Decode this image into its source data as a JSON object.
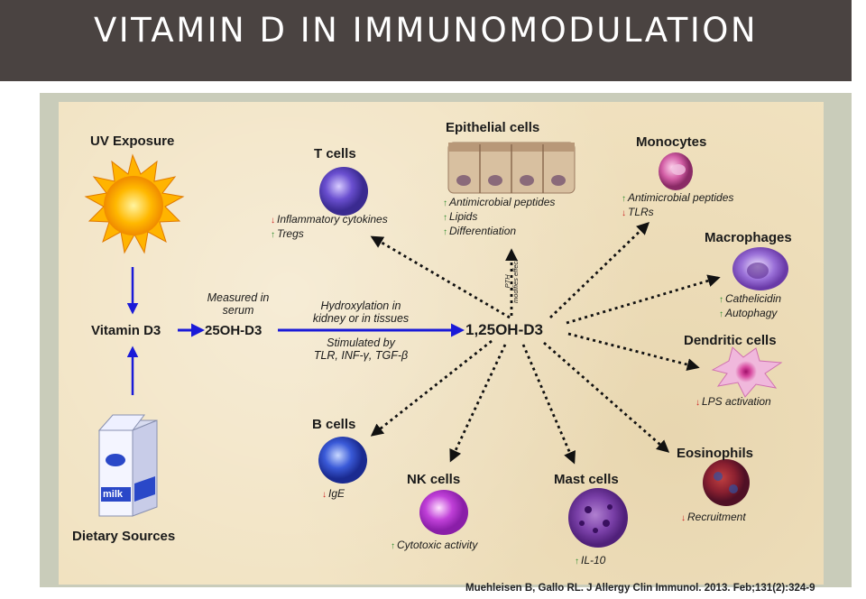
{
  "header": {
    "title": "VITAMIN D IN IMMUNOMODULATION"
  },
  "sources": {
    "uv": "UV Exposure",
    "diet": "Dietary Sources",
    "milk": "milk"
  },
  "nodes": {
    "vitd3": "Vitamin D3",
    "d25": "25OH-D3",
    "d125": "1,25OH-D3"
  },
  "notes": {
    "measured_1": "Measured in",
    "measured_2": "serum",
    "hydrox_1": "Hydroxylation in",
    "hydrox_2": "kidney or in tissues",
    "stim_1": "Stimulated by",
    "stim_2": "TLR, INF-γ, TGF-β",
    "pth_1": "PTH",
    "pth_2": "modifies effect"
  },
  "targets": {
    "tcells": {
      "title": "T cells",
      "effects": [
        {
          "dir": "down",
          "text": "Inflammatory cytokines"
        },
        {
          "dir": "up",
          "text": "Tregs"
        }
      ]
    },
    "epithelial": {
      "title": "Epithelial cells",
      "effects": [
        {
          "dir": "up",
          "text": "Antimicrobial peptides"
        },
        {
          "dir": "up",
          "text": "Lipids"
        },
        {
          "dir": "up",
          "text": "Differentiation"
        }
      ]
    },
    "monocytes": {
      "title": "Monocytes",
      "effects": [
        {
          "dir": "up",
          "text": "Antimicrobial peptides"
        },
        {
          "dir": "down",
          "text": "TLRs"
        }
      ]
    },
    "macrophages": {
      "title": "Macrophages",
      "effects": [
        {
          "dir": "up",
          "text": "Cathelicidin"
        },
        {
          "dir": "up",
          "text": "Autophagy"
        }
      ]
    },
    "dendritic": {
      "title": "Dendritic cells",
      "effects": [
        {
          "dir": "down",
          "text": "LPS activation"
        }
      ]
    },
    "eosinophils": {
      "title": "Eosinophils",
      "effects": [
        {
          "dir": "down",
          "text": "Recruitment"
        }
      ]
    },
    "mast": {
      "title": "Mast cells",
      "effects": [
        {
          "dir": "up",
          "text": "IL-10"
        }
      ]
    },
    "nk": {
      "title": "NK cells",
      "effects": [
        {
          "dir": "up",
          "text": "Cytotoxic activity"
        }
      ]
    },
    "bcells": {
      "title": "B cells",
      "effects": [
        {
          "dir": "down",
          "text": "IgE"
        }
      ]
    }
  },
  "colors": {
    "header_bg": "#4a4341",
    "panel_bg": "#f1e2c0",
    "arrow_blue": "#1a1ad8",
    "up": "#2e8b2e",
    "down": "#cc2222"
  },
  "citation": "Muehleisen B, Gallo RL. J Allergy Clin Immunol. 2013. Feb;131(2):324-9"
}
